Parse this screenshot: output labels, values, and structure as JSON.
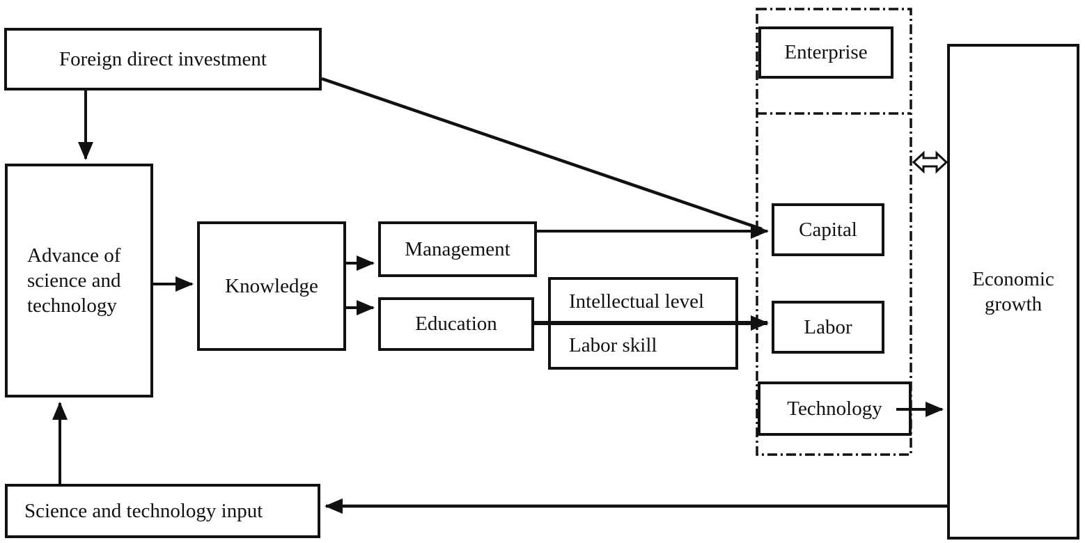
{
  "diagram_title": "",
  "nodes": {
    "fdi": {
      "label": "Foreign direct investment"
    },
    "advance": {
      "label": "Advance of science and technology"
    },
    "knowledge": {
      "label": "Knowledge"
    },
    "management": {
      "label": "Management"
    },
    "education": {
      "label": "Education"
    },
    "intellectual_level": {
      "label": "Intellectual level"
    },
    "labor_skill": {
      "label": "Labor skill"
    },
    "enterprise": {
      "label": "Enterprise"
    },
    "capital": {
      "label": "Capital"
    },
    "labor": {
      "label": "Labor"
    },
    "technology": {
      "label": "Technology"
    },
    "economic_growth": {
      "label": "Economic growth"
    },
    "sci_tech_input": {
      "label": "Science and technology input"
    }
  },
  "edges": [
    {
      "from": "fdi",
      "to": "advance",
      "style": "arrow"
    },
    {
      "from": "fdi",
      "to": "capital",
      "style": "arrow-diagonal"
    },
    {
      "from": "advance",
      "to": "knowledge",
      "style": "arrow"
    },
    {
      "from": "knowledge",
      "to": "management",
      "style": "arrow"
    },
    {
      "from": "knowledge",
      "to": "education",
      "style": "arrow"
    },
    {
      "from": "management",
      "to": "capital",
      "style": "arrow"
    },
    {
      "from": "education",
      "to": "labor",
      "style": "arrow-through-intellectual-labor-skill"
    },
    {
      "from": "technology",
      "to": "economic_growth",
      "style": "arrow"
    },
    {
      "from": "economic_growth",
      "to": "sci_tech_input",
      "style": "arrow"
    },
    {
      "from": "sci_tech_input",
      "to": "advance",
      "style": "arrow"
    },
    {
      "from": "factors_container",
      "to": "economic_growth",
      "style": "double-open-arrow"
    }
  ],
  "colors": {
    "line": "#111111",
    "text": "#111111",
    "box_fill": "#ffffff",
    "background": "#ffffff"
  }
}
